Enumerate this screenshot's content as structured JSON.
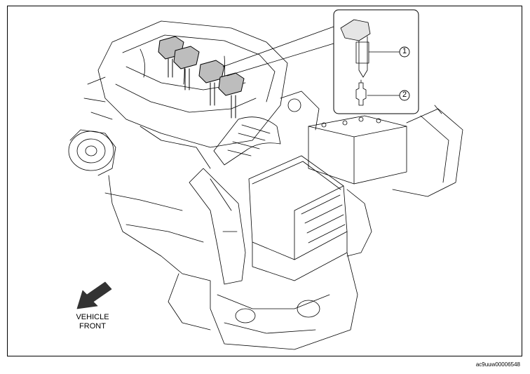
{
  "diagram": {
    "direction_label_line1": "VEHICLE",
    "direction_label_line2": "FRONT",
    "callouts": [
      {
        "id": "1",
        "text": "1"
      },
      {
        "id": "2",
        "text": "2"
      }
    ],
    "figure_code": "ac9uuw00006548"
  },
  "colors": {
    "line": "#000000",
    "arrow": "#333333",
    "background": "#ffffff"
  }
}
